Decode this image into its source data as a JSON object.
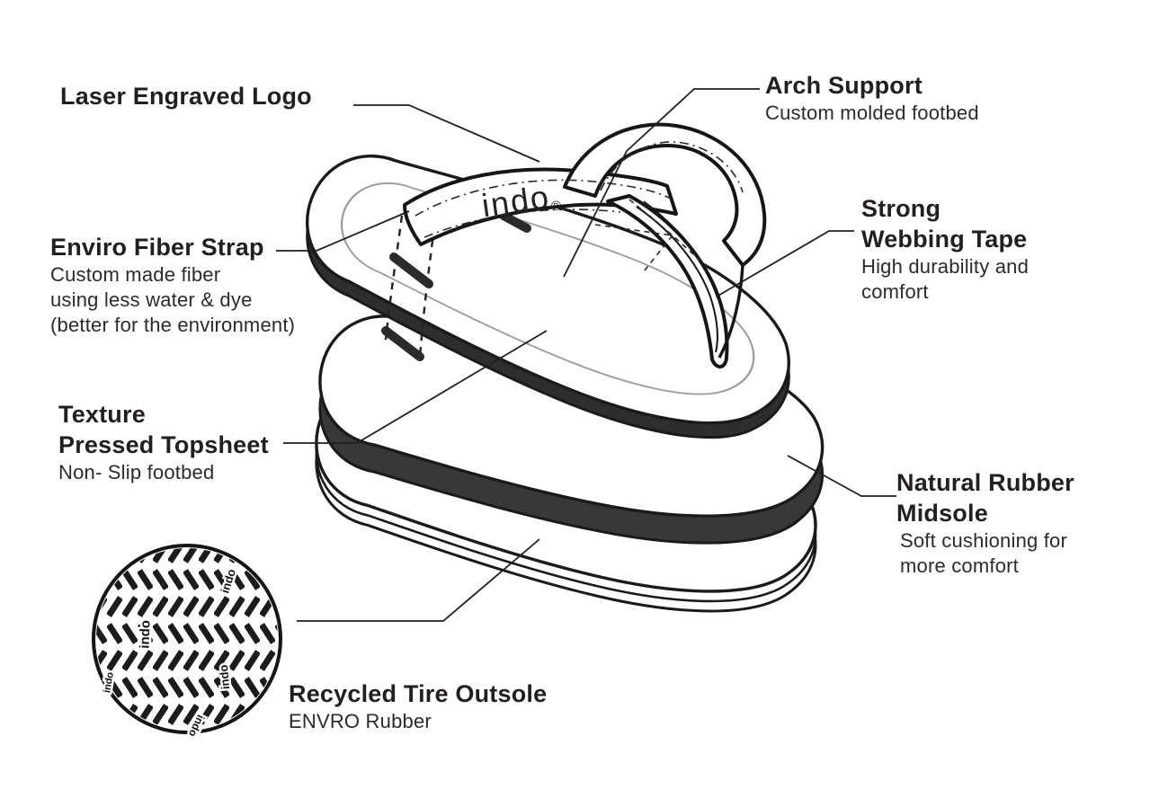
{
  "title": "Flip-flop exploded feature diagram",
  "brand": {
    "name": "indo",
    "registered": "®"
  },
  "tread": {
    "label": "indo"
  },
  "colors": {
    "ink": "#231f20",
    "line": "#1a1a1a",
    "sole_edge_dark": "#323232",
    "inner_contour_gray": "#9b9b9b",
    "background": "#ffffff"
  },
  "callouts": {
    "laser_logo": {
      "title": "Laser Engraved Logo"
    },
    "arch_support": {
      "title": "Arch Support",
      "line1": "Custom molded footbed"
    },
    "enviro_strap": {
      "title": "Enviro Fiber Strap",
      "line1": "Custom made fiber",
      "line2": "using less water & dye",
      "line3": "(better for the environment)"
    },
    "webbing_tape": {
      "title_line1": "Strong",
      "title_line2": "Webbing Tape",
      "line1": "High durability and",
      "line2": "comfort"
    },
    "topsheet": {
      "title_line1": "Texture",
      "title_line2": "Pressed Topsheet",
      "line1": "Non- Slip footbed"
    },
    "midsole": {
      "title_line1": "Natural Rubber",
      "title_line2": "Midsole",
      "line1": "Soft cushioning for",
      "line2": "more comfort"
    },
    "outsole": {
      "title": "Recycled Tire Outsole",
      "line1": "ENVRO Rubber"
    }
  }
}
